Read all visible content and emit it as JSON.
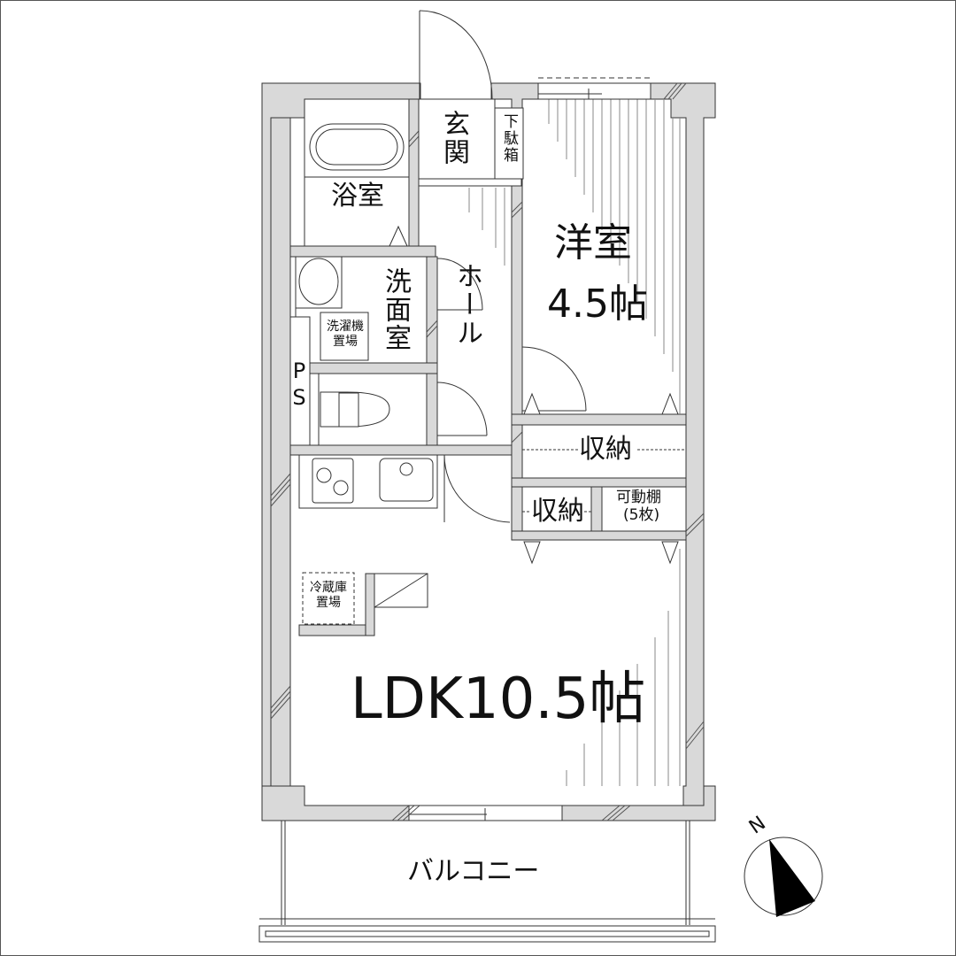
{
  "plan": {
    "rooms": {
      "genkan": {
        "label": "玄関"
      },
      "getabako": {
        "label": "下駄箱"
      },
      "bathroom": {
        "label": "浴室"
      },
      "washroom": {
        "label": "洗面室"
      },
      "washer_space": {
        "label": "洗濯機置場"
      },
      "hall": {
        "label": "ホール"
      },
      "ps": {
        "label": "PS"
      },
      "western_room": {
        "label": "洋室",
        "size": "4.5帖"
      },
      "storage_1": {
        "label": "収納"
      },
      "storage_2": {
        "label": "収納"
      },
      "movable_shelf": {
        "label": "可動棚",
        "note": "(5枚)"
      },
      "fridge_space": {
        "label": "冷蔵庫置場"
      },
      "ldk": {
        "label": "LDK10.5帖"
      },
      "balcony": {
        "label": "バルコニー"
      }
    },
    "compass": {
      "label": "N"
    },
    "colors": {
      "wall": "#d9d9d9",
      "line": "#333333",
      "background": "#ffffff"
    }
  }
}
